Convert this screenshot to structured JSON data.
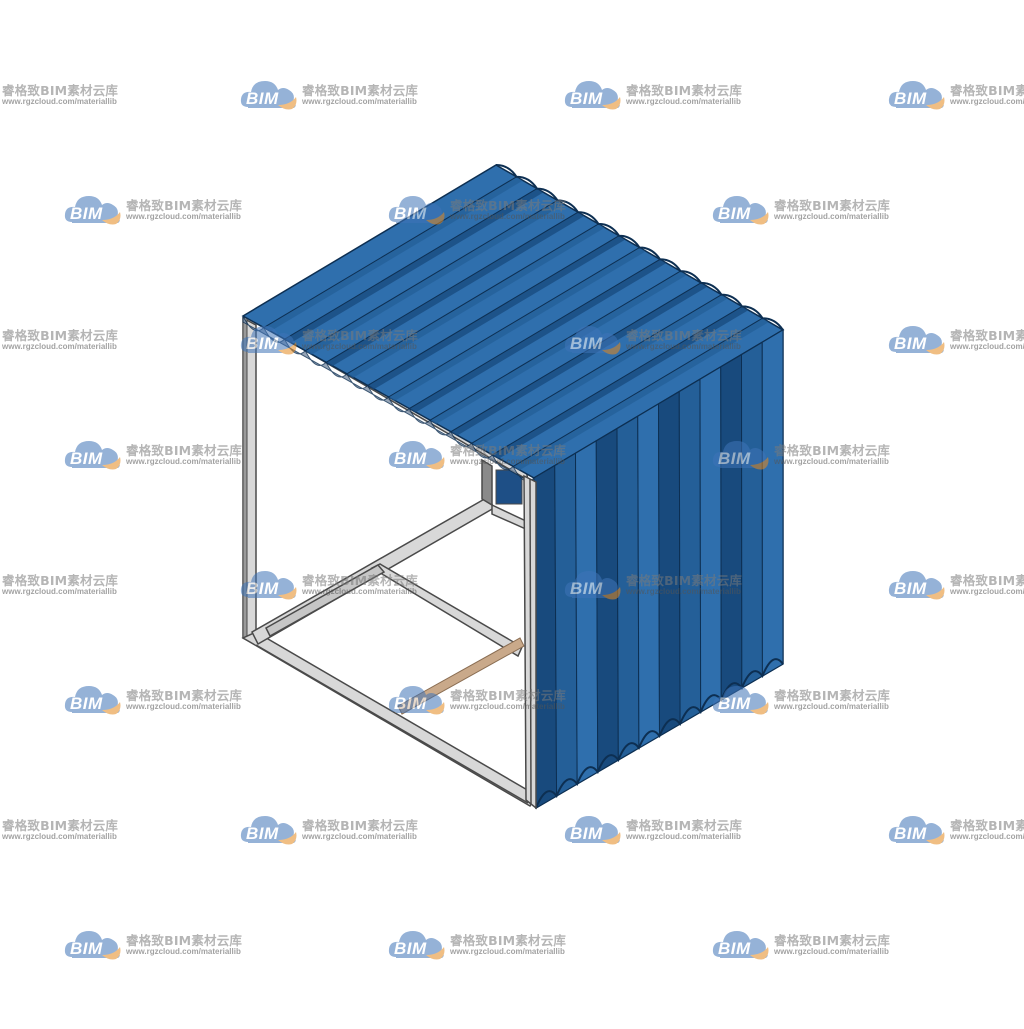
{
  "watermark": {
    "brand": "睿格致BIM素材云库",
    "url": "www.rgzcloud.com/materiallib",
    "logo_text": "BIM",
    "logo_icon": "cloud-icon",
    "colors": {
      "cloud_blue": "#3f74b8",
      "cloud_orange": "#e58a1f",
      "text_gray": "#7a7a7a"
    }
  },
  "model": {
    "colors": {
      "panel_light": "#2f6fad",
      "panel_mid": "#245f98",
      "panel_dark": "#184a7d",
      "seam": "#0d2f52",
      "frame_face": "#d8d8d8",
      "frame_dark": "#4a4a4a",
      "frame_side": "#9a9a9a"
    }
  }
}
